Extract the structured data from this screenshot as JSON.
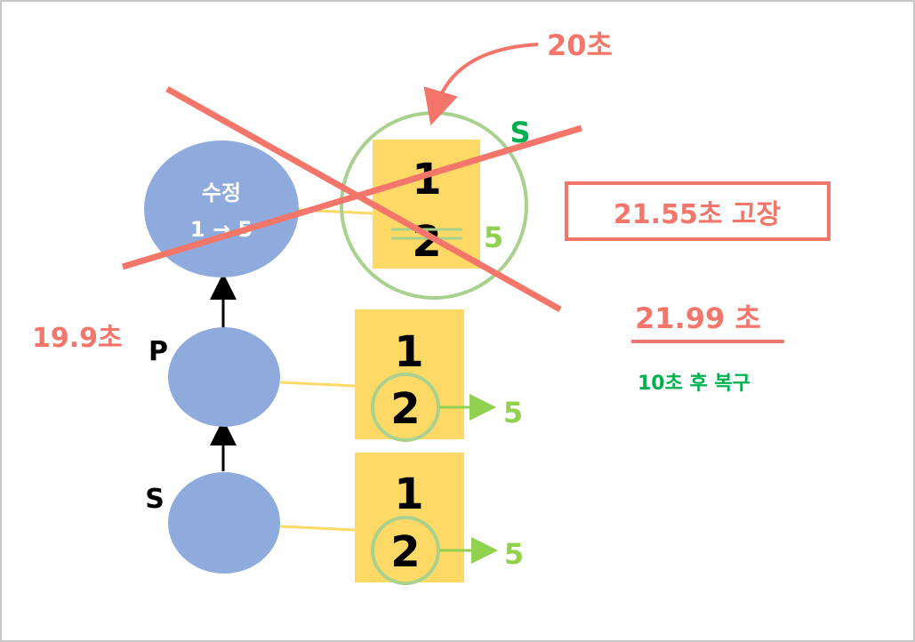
{
  "nodes": {
    "modify_title": "수정",
    "modify_value": "1 → 5",
    "primary_label": "P",
    "secondary_label": "S"
  },
  "records": {
    "top": {
      "row1": "1",
      "row2": "2",
      "new_value": "5",
      "role": "S"
    },
    "primary": {
      "row1": "1",
      "row2": "2",
      "new_value": "5"
    },
    "secondary": {
      "row1": "1",
      "row2": "2",
      "new_value": "5"
    }
  },
  "timeline": {
    "t_19_9": "19.9초",
    "t_20": "20초",
    "t_21_55": "21.55초 고장",
    "t_21_99": "21.99 초",
    "recover": "10초 후 복구"
  },
  "colors": {
    "node_fill": "#8faadc",
    "record_fill": "#ffd966",
    "accent_red": "#f4766a",
    "green_circle": "#a9d18e",
    "green_text": "#92d050",
    "recover_green": "#00b050",
    "connector_yellow": "#ffd966"
  }
}
